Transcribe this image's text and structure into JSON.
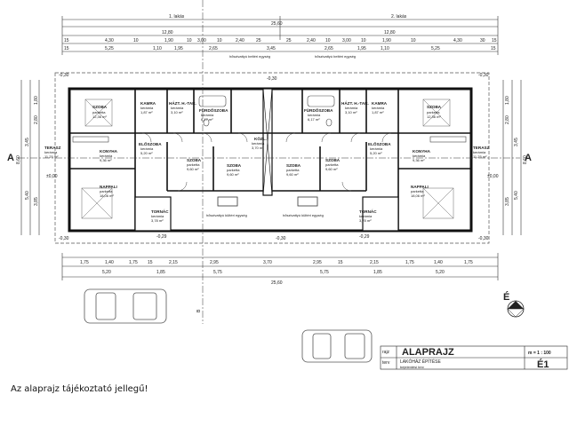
{
  "header": {
    "unit_1": "1. lakás",
    "unit_2": "2. lakás",
    "total_width": "25,60",
    "half_width_1": "12,80",
    "half_width_2": "12,80",
    "top_dims_row1": [
      "15",
      "4,30",
      "10",
      "1,90",
      "10",
      "3,00",
      "10",
      "2,40",
      "25",
      "25",
      "2,40",
      "10",
      "3,00",
      "10",
      "1,90",
      "10",
      "4,30",
      "30",
      "15"
    ],
    "top_dims_row2": [
      "15",
      "5,25",
      "1,10",
      "1,95",
      "2,65",
      "3,45",
      "2,65",
      "1,95",
      "1,10",
      "5,25",
      "15"
    ]
  },
  "labels": {
    "hoszivattyu_belteri_1": "hőszivattyú beltéri egység",
    "hoszivattyu_belteri_2": "hőszivattyú beltéri egység",
    "hoszivattyu_kulteri_1": "hőszivattyú kültéri egység",
    "hoszivattyu_kulteri_2": "hőszivattyú kültéri egység",
    "level_top": "-0,30",
    "level_floor": "±0,00",
    "level_bottom": "-0,30",
    "level_terrace": "-0,29",
    "axis_a": "A",
    "axis_b": "B",
    "north": "É"
  },
  "rooms": [
    {
      "name": "SZOBA",
      "floor": "parketta",
      "area": "12,36 m²"
    },
    {
      "name": "KAMRA",
      "floor": "kerámia",
      "area": "1,87 m²"
    },
    {
      "name": "HÁZT. H.-TAR.",
      "floor": "kerámia",
      "area": "3,10 m²"
    },
    {
      "name": "FÜRDŐSZOBA",
      "floor": "kerámia",
      "area": "6,17 m²"
    },
    {
      "name": "KÖZL.",
      "floor": "kerámia",
      "area": "3,70 m²"
    },
    {
      "name": "FÜRDŐSZOBA",
      "floor": "kerámia",
      "area": "6,17 m²"
    },
    {
      "name": "HÁZT. H.-TAR.",
      "floor": "kerámia",
      "area": "3,10 m²"
    },
    {
      "name": "KAMRA",
      "floor": "kerámia",
      "area": "1,87 m²"
    },
    {
      "name": "SZOBA",
      "floor": "parketta",
      "area": "12,36 m²"
    },
    {
      "name": "TERASZ",
      "floor": "kerámia",
      "area": "11,25 m²"
    },
    {
      "name": "KONYHA",
      "floor": "kerámia",
      "area": "9,36 m²"
    },
    {
      "name": "ELŐSZOBA",
      "floor": "kerámia",
      "area": "5,20 m²"
    },
    {
      "name": "SZOBA",
      "floor": "parketta",
      "area": "9,60 m²"
    },
    {
      "name": "SZOBA",
      "floor": "parketta",
      "area": "9,60 m²"
    },
    {
      "name": "SZOBA",
      "floor": "parketta",
      "area": "9,60 m²"
    },
    {
      "name": "SZOBA",
      "floor": "parketta",
      "area": "9,60 m²"
    },
    {
      "name": "ELŐSZOBA",
      "floor": "kerámia",
      "area": "5,20 m²"
    },
    {
      "name": "KONYHA",
      "floor": "kerámia",
      "area": "9,36 m²"
    },
    {
      "name": "TERASZ",
      "floor": "kerámia",
      "area": "11,25 m²"
    },
    {
      "name": "NAPPALI",
      "floor": "parketta",
      "area": "18,06 m²"
    },
    {
      "name": "TORNÁC",
      "floor": "kerámia",
      "area": "3,78 m²"
    },
    {
      "name": "TORNÁC",
      "floor": "kerámia",
      "area": "3,78 m²"
    },
    {
      "name": "NAPPALI",
      "floor": "parketta",
      "area": "18,06 m²"
    }
  ],
  "bottom": {
    "dims_row1": [
      "1,75",
      "1,40",
      "1,75",
      "15",
      "2,15",
      "2,95",
      "3,70",
      "2,95",
      "15",
      "2,15",
      "1,75",
      "1,40",
      "1,75"
    ],
    "dims_row2": [
      "5,20",
      "1,85",
      "5,75",
      "5,75",
      "1,85",
      "5,20"
    ],
    "total": "25,60"
  },
  "side_dims": {
    "left": [
      "8,60",
      "3,45",
      "5,40",
      "1,80",
      "2,80",
      "3,85"
    ],
    "right": [
      "8,60",
      "3,45",
      "5,40",
      "1,80",
      "2,80",
      "3,85"
    ]
  },
  "title_block": {
    "label_rajz": "rajz",
    "title": "ALAPRAJZ",
    "scale": "m = 1 : 100",
    "label_terv": "terv",
    "project": "LAKÓHÁZ ÉPÍTÉSE",
    "phase": "bejelentési terv",
    "sheet": "É1"
  },
  "note": "Az alaprajz tájékoztató jellegű!"
}
